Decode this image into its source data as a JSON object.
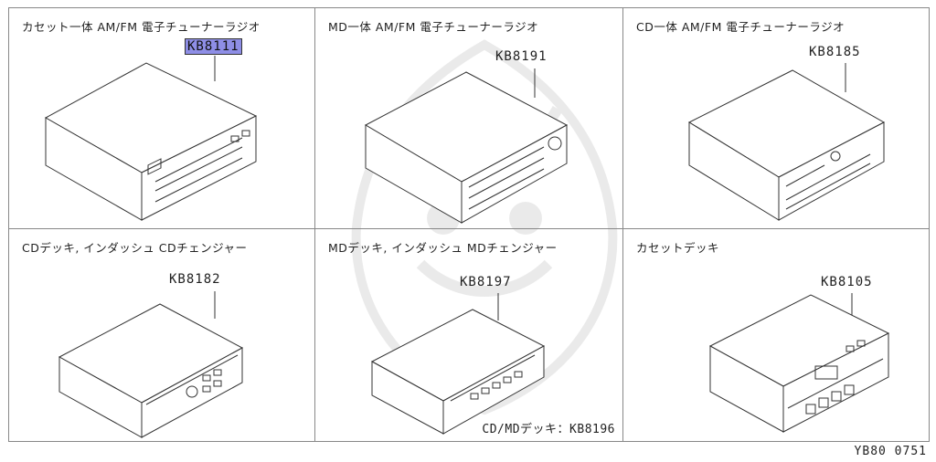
{
  "cells": [
    {
      "title": "カセット一体 AM/FM 電子チューナーラジオ",
      "code": "KB8111",
      "highlighted": true
    },
    {
      "title": "MD一体 AM/FM 電子チューナーラジオ",
      "code": "KB8191",
      "highlighted": false
    },
    {
      "title": "CD一体 AM/FM 電子チューナーラジオ",
      "code": "KB8185",
      "highlighted": false
    },
    {
      "title": "CDデッキ, インダッシュ CDチェンジャー",
      "code": "KB8182",
      "highlighted": false
    },
    {
      "title": "MDデッキ, インダッシュ MDチェンジャー",
      "code": "KB8197",
      "highlighted": false,
      "note": "CD/MDデッキ：KB8196"
    },
    {
      "title": "カセットデッキ",
      "code": "KB8105",
      "highlighted": false
    }
  ],
  "figure_id": "YB80 0751",
  "colors": {
    "highlight": "#8e8ee6",
    "line": "#333333",
    "grid": "#888888"
  }
}
